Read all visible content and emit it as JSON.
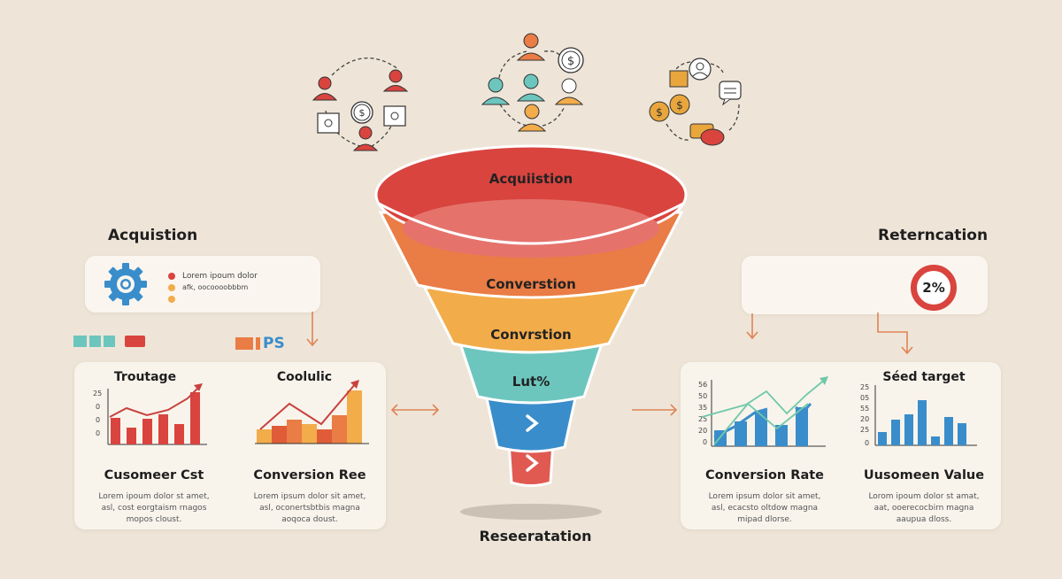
{
  "colors": {
    "background": "#EEE5D8",
    "red": "#D9443F",
    "orange": "#EA7C45",
    "amber": "#F2AC4A",
    "teal": "#6CC6BE",
    "blue": "#3A8DCB",
    "arrow": "#E08356"
  },
  "top_icons": [
    {
      "name": "customer-cycle",
      "description": "people and payments cycle"
    },
    {
      "name": "team-cycle",
      "description": "team with dollar coin cycle"
    },
    {
      "name": "revenue-cycle",
      "description": "user, coins and chat cycle"
    }
  ],
  "funnel": {
    "stages": [
      {
        "label": "Acquiistion",
        "color": "#D9443F"
      },
      {
        "label": "Converstion",
        "color": "#EA7C45"
      },
      {
        "label": "Convrstion",
        "color": "#F2AC4A"
      },
      {
        "label": "Lut%",
        "color": "#6CC6BE"
      },
      {
        "label": ">",
        "color": "#3A8DCB"
      },
      {
        "label": ">",
        "color": "#E05A52"
      }
    ],
    "bottom_label": "Reseeratation"
  },
  "left": {
    "heading": "Acquistion",
    "info_panel": {
      "legend": [
        {
          "text": "Lorem ipoum dolor",
          "color": "#D9443F"
        },
        {
          "text": "afk, oocoooobbbm",
          "color": "#F2AC4A"
        },
        {
          "text": "",
          "color": "#F2AC4A"
        }
      ]
    },
    "tag_text": "PS",
    "cards": [
      {
        "chart_title": "Troutage",
        "y_ticks": [
          "25",
          "0",
          "0",
          "0"
        ],
        "metric": "Cusomeer Cst",
        "desc": [
          "Lorem ipoum dolor st amet,",
          "asl, cost eorgtaism rnagos",
          "mopos cloust."
        ]
      },
      {
        "chart_title": "Coolulic",
        "metric": "Conversion Ree",
        "desc": [
          "Lorem ipsum dolor sit amet,",
          "asl, oconertsbtbis magna",
          "aoqoca doust."
        ]
      }
    ]
  },
  "right": {
    "heading": "Reterncation",
    "badge_value": "2%",
    "cards": [
      {
        "y_ticks": [
          "56",
          "50",
          "35",
          "25",
          "20",
          "0"
        ],
        "metric": "Conversion Rate",
        "desc": [
          "Lorem ipsum dolor sit amet,",
          "asl, ecacsto oltdow magna",
          "mipad dlorse."
        ]
      },
      {
        "chart_title": "Séed target",
        "y_ticks": [
          "25",
          "05",
          "55",
          "20",
          "25",
          "0"
        ],
        "metric": "Uusomeen Value",
        "desc": [
          "Lorom ipoum dolor st amat,",
          "aat, ooerecocbirn magna",
          "aaupua dloss."
        ]
      }
    ]
  },
  "chart_data": [
    {
      "type": "bar",
      "title": "Troutage",
      "categories": [
        "1",
        "2",
        "3",
        "4",
        "5",
        "6"
      ],
      "series": [
        {
          "name": "bars",
          "values": [
            52,
            30,
            50,
            62,
            40,
            92
          ]
        },
        {
          "name": "trend",
          "values": [
            55,
            72,
            62,
            70,
            90,
            100
          ]
        }
      ],
      "y_tick_labels": [
        "25",
        "0",
        "0",
        "0"
      ]
    },
    {
      "type": "bar",
      "title": "Coolulic",
      "categories": [
        "1",
        "2",
        "3",
        "4",
        "5",
        "6",
        "7"
      ],
      "series": [
        {
          "name": "bars",
          "values": [
            25,
            35,
            55,
            40,
            27,
            50,
            80
          ]
        },
        {
          "name": "trend",
          "values": [
            40,
            75,
            45,
            100
          ]
        }
      ]
    },
    {
      "type": "bar",
      "title": "Conversion Rate",
      "categories": [
        "1",
        "2",
        "3",
        "4",
        "5"
      ],
      "series": [
        {
          "name": "bars",
          "values": [
            22,
            35,
            50,
            30,
            55
          ]
        },
        {
          "name": "line1",
          "values": [
            45,
            70,
            90,
            40,
            100
          ]
        },
        {
          "name": "line2",
          "values": [
            10,
            60,
            40,
            80
          ]
        }
      ],
      "y_tick_labels": [
        "56",
        "50",
        "35",
        "25",
        "20",
        "0"
      ]
    },
    {
      "type": "bar",
      "title": "Séed target",
      "categories": [
        "1",
        "2",
        "3",
        "4",
        "5",
        "6",
        "7"
      ],
      "series": [
        {
          "name": "bars",
          "values": [
            30,
            48,
            55,
            78,
            18,
            52,
            42
          ]
        }
      ],
      "y_tick_labels": [
        "25",
        "05",
        "55",
        "20",
        "25",
        "0"
      ]
    }
  ]
}
